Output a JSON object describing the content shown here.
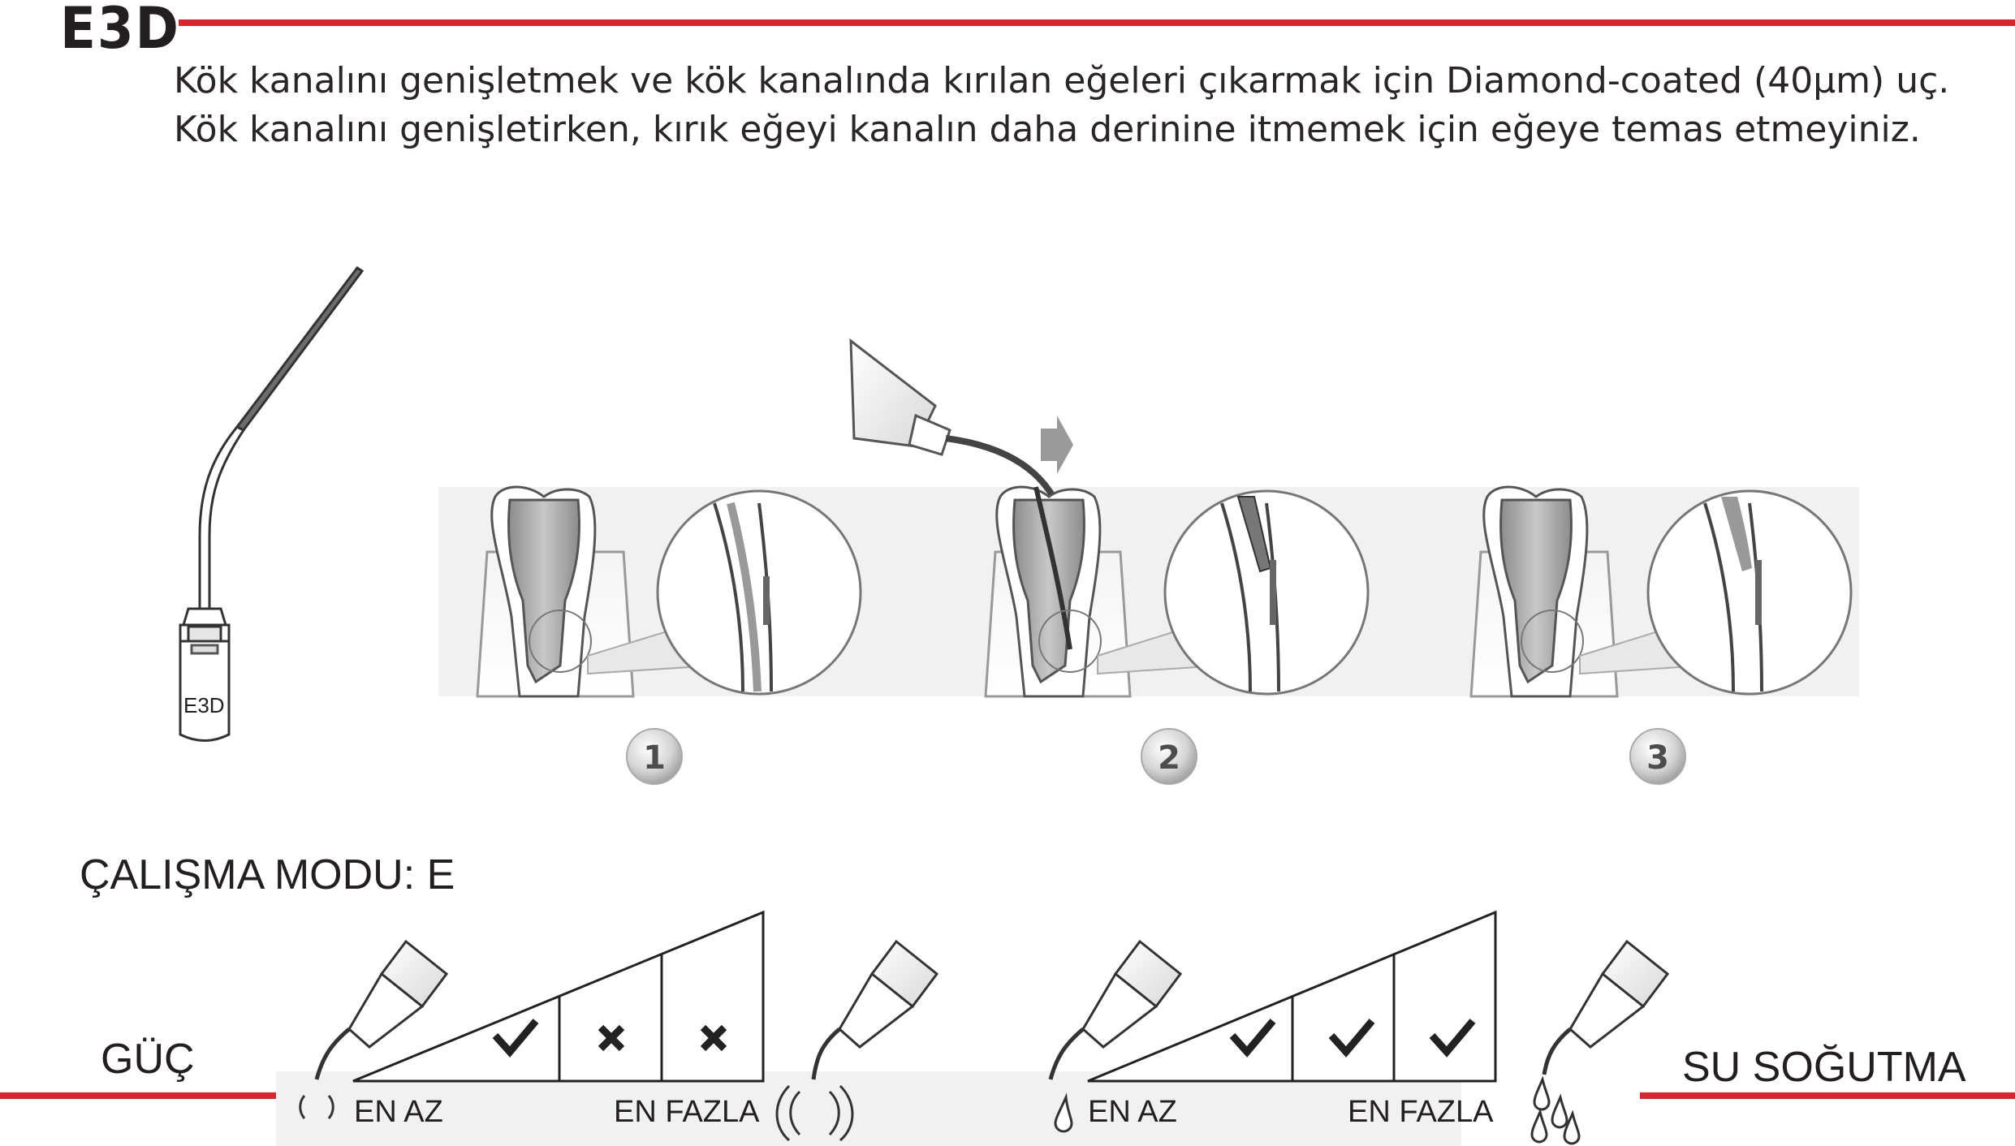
{
  "header": {
    "code": "E3D",
    "line1": "Kök kanalını genişletmek ve kök kanalında kırılan eğeleri çıkarmak için Diamond-coated (40μm) uç.",
    "line2": "Kök kanalını genişletirken, kırık eğeyi kanalın daha derinine itmemek için eğeye temas etmeyiniz."
  },
  "tip": {
    "label": "E3D"
  },
  "steps": [
    "1",
    "2",
    "3"
  ],
  "mode": {
    "title": "ÇALIŞMA MODU: E"
  },
  "power": {
    "label": "GÜÇ",
    "min_label": "EN AZ",
    "max_label": "EN FAZLA",
    "cells": [
      "check",
      "cross",
      "cross"
    ]
  },
  "water": {
    "label": "SU SOĞUTMA",
    "min_label": "EN AZ",
    "max_label": "EN FAZLA",
    "cells": [
      "check",
      "check",
      "check"
    ]
  },
  "colors": {
    "accent": "#d8262e",
    "text": "#231f20"
  }
}
